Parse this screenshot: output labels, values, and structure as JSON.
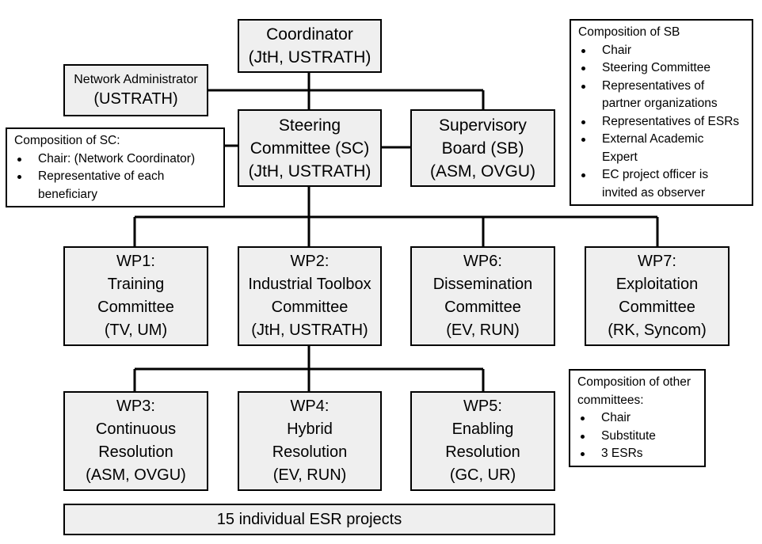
{
  "coordinator": {
    "title": "Coordinator",
    "sub": "(JtH, USTRATH)"
  },
  "network_admin": {
    "title": "Network Administrator",
    "sub": "(USTRATH)"
  },
  "steering": {
    "line1": "Steering",
    "line2": "Committee (SC)",
    "sub": "(JtH, USTRATH)"
  },
  "supervisory": {
    "line1": "Supervisory",
    "line2": "Board (SB)",
    "sub": "(ASM, OVGU)"
  },
  "sc_composition": {
    "title": "Composition of SC:",
    "items": [
      "Chair: (Network Coordinator)",
      "Representative of each beneficiary"
    ]
  },
  "sb_composition": {
    "title": "Composition of SB",
    "items": [
      "Chair",
      "Steering Committee",
      "Representatives of partner organizations",
      "Representatives of ESRs",
      "External Academic Expert",
      "EC project officer is invited as observer"
    ]
  },
  "other_composition": {
    "title": "Composition of other committees:",
    "items": [
      "Chair",
      "Substitute",
      "3 ESRs"
    ]
  },
  "wp1": {
    "l1": "WP1:",
    "l2": "Training",
    "l3": "Committee",
    "l4": "(TV, UM)"
  },
  "wp2": {
    "l1": "WP2:",
    "l2": "Industrial Toolbox",
    "l3": "Committee",
    "l4": "(JtH, USTRATH)"
  },
  "wp6": {
    "l1": "WP6:",
    "l2": "Dissemination",
    "l3": "Committee",
    "l4": "(EV, RUN)"
  },
  "wp7": {
    "l1": "WP7:",
    "l2": "Exploitation",
    "l3": "Committee",
    "l4": "(RK, Syncom)"
  },
  "wp3": {
    "l1": "WP3:",
    "l2": "Continuous",
    "l3": "Resolution",
    "l4": "(ASM, OVGU)"
  },
  "wp4": {
    "l1": "WP4:",
    "l2": "Hybrid",
    "l3": "Resolution",
    "l4": "(EV, RUN)"
  },
  "wp5": {
    "l1": "WP5:",
    "l2": "Enabling",
    "l3": "Resolution",
    "l4": "(GC, UR)"
  },
  "esr": {
    "label": "15 individual ESR projects"
  }
}
